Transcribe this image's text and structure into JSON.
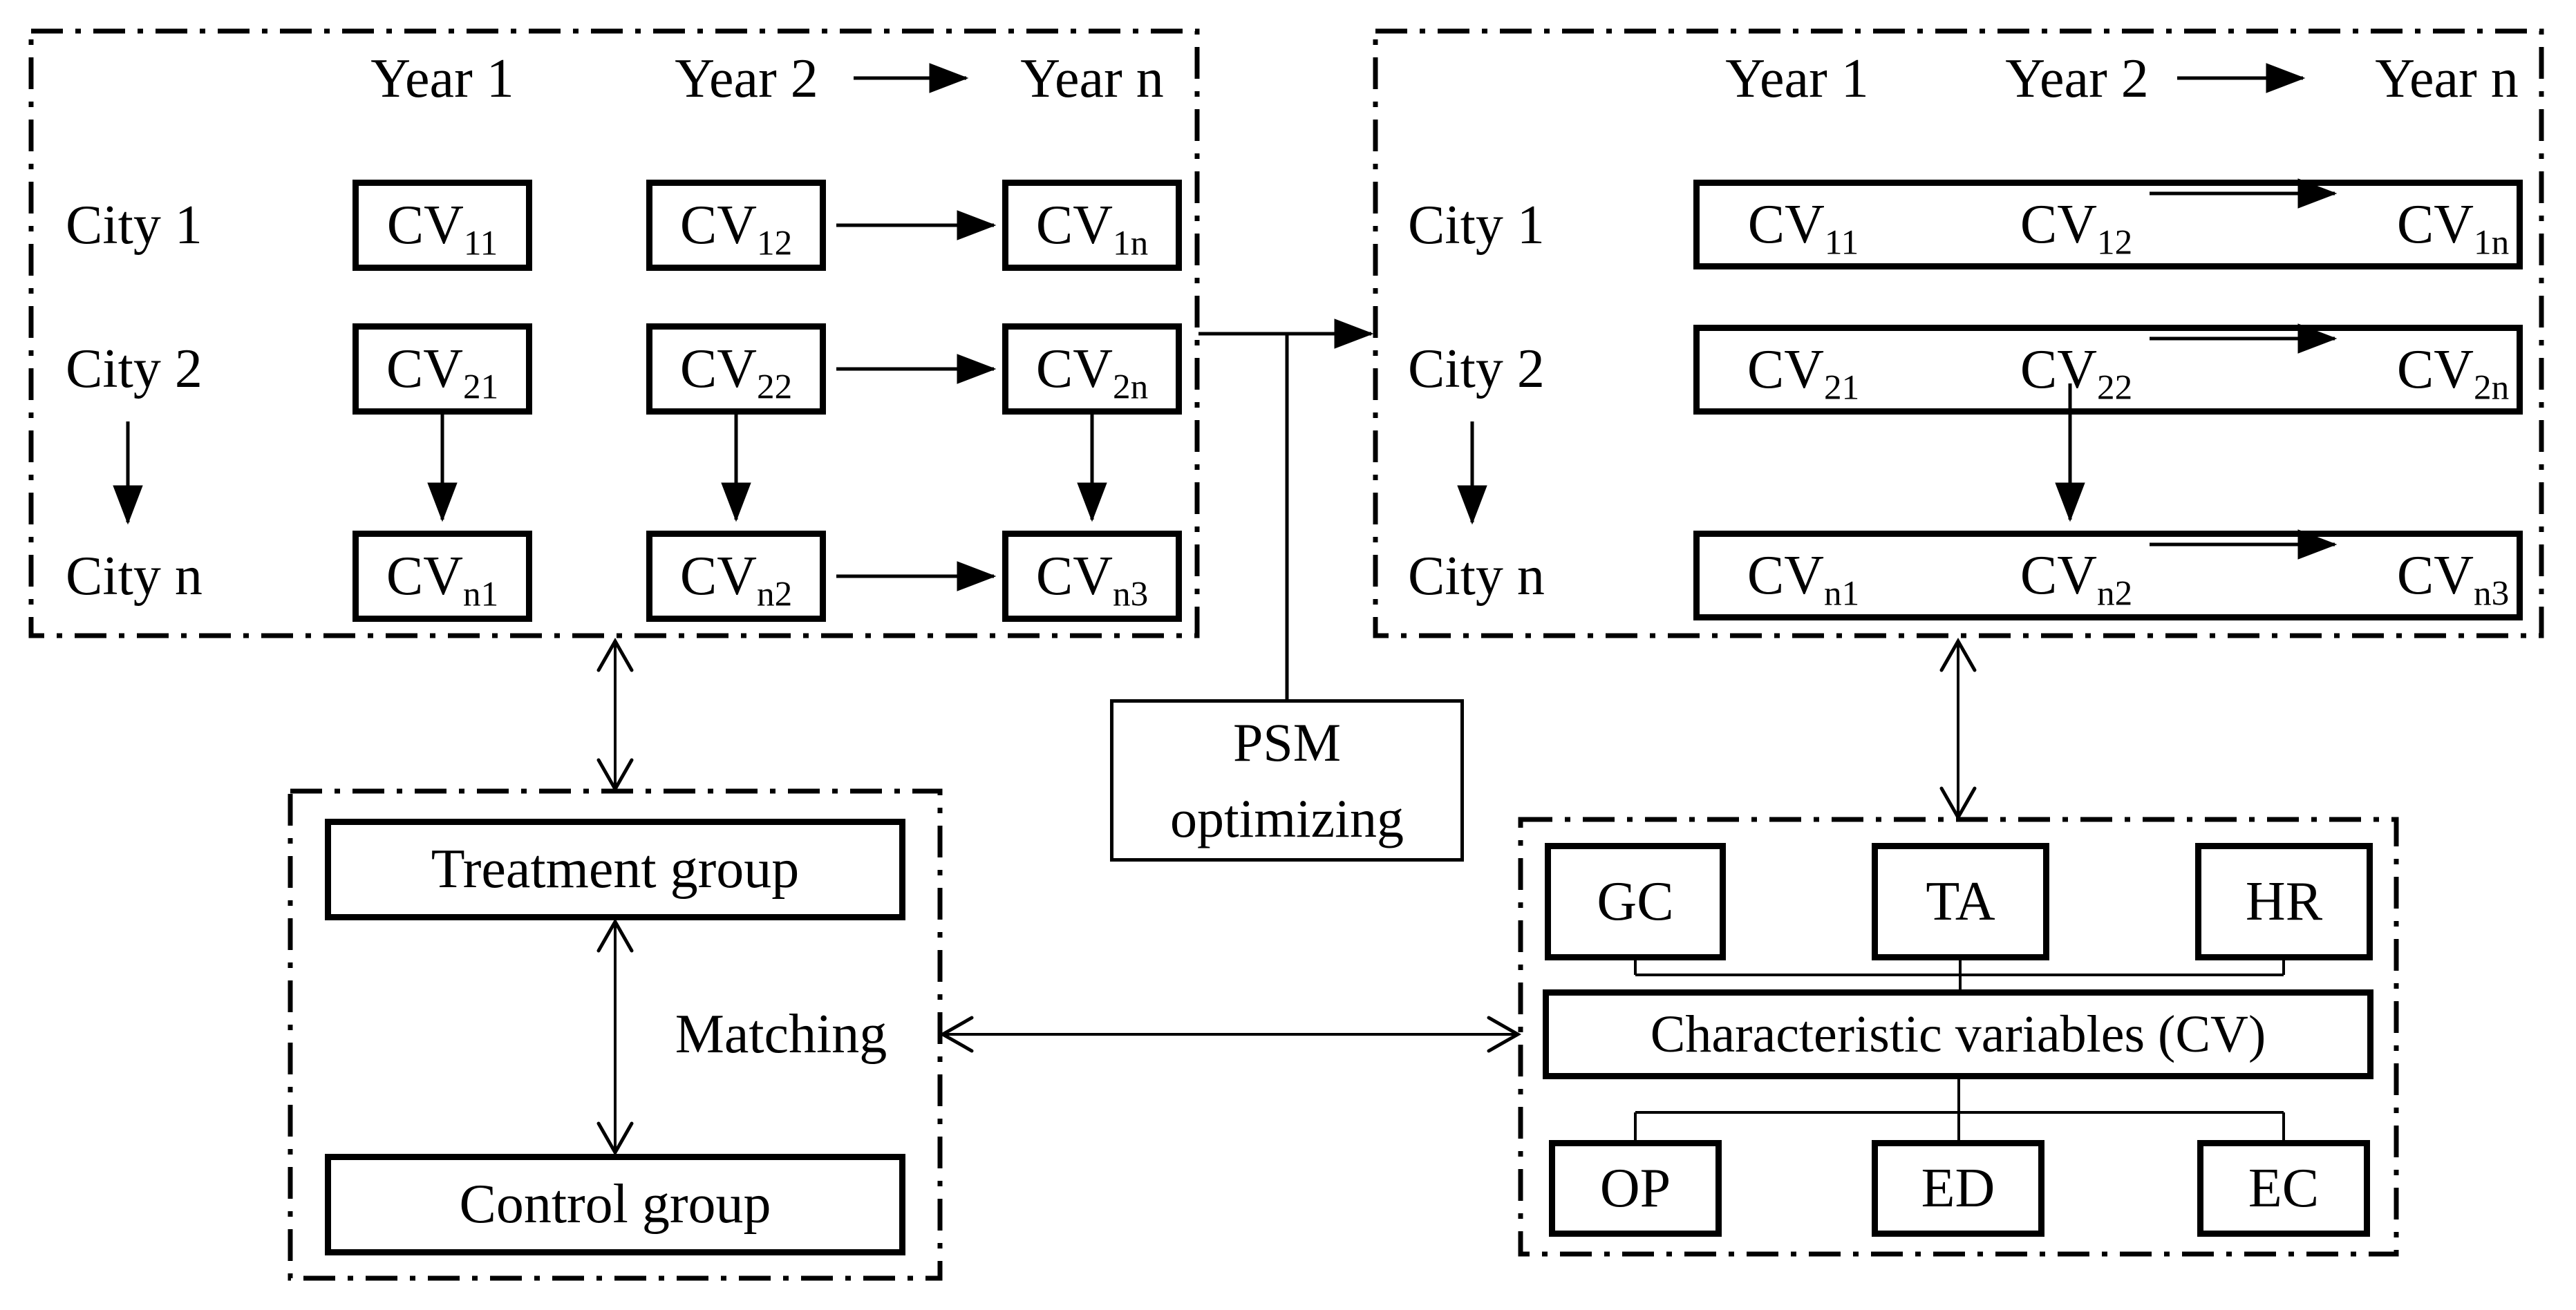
{
  "colors": {
    "ink": "#000000",
    "paper": "#ffffff"
  },
  "cv_base": "CV",
  "left_matrix": {
    "years": [
      "Year 1",
      "Year 2",
      "Year n"
    ],
    "cities": [
      "City 1",
      "City 2",
      "City n"
    ],
    "cells": [
      [
        "11",
        "12",
        "1n"
      ],
      [
        "21",
        "22",
        "2n"
      ],
      [
        "n1",
        "n2",
        "n3"
      ]
    ]
  },
  "right_matrix": {
    "years": [
      "Year 1",
      "Year 2",
      "Year n"
    ],
    "cities": [
      "City 1",
      "City 2",
      "City n"
    ],
    "cells": [
      [
        "11",
        "12",
        "1n"
      ],
      [
        "21",
        "22",
        "2n"
      ],
      [
        "n1",
        "n2",
        "n3"
      ]
    ]
  },
  "psm_box": {
    "line1": "PSM",
    "line2": "optimizing"
  },
  "matching_panel": {
    "treatment": "Treatment group",
    "control": "Control group",
    "matching_label": "Matching"
  },
  "cv_panel": {
    "top_boxes": [
      "GC",
      "TA",
      "HR"
    ],
    "center_box": "Characteristic variables (CV)",
    "bottom_boxes": [
      "OP",
      "ED",
      "EC"
    ]
  }
}
